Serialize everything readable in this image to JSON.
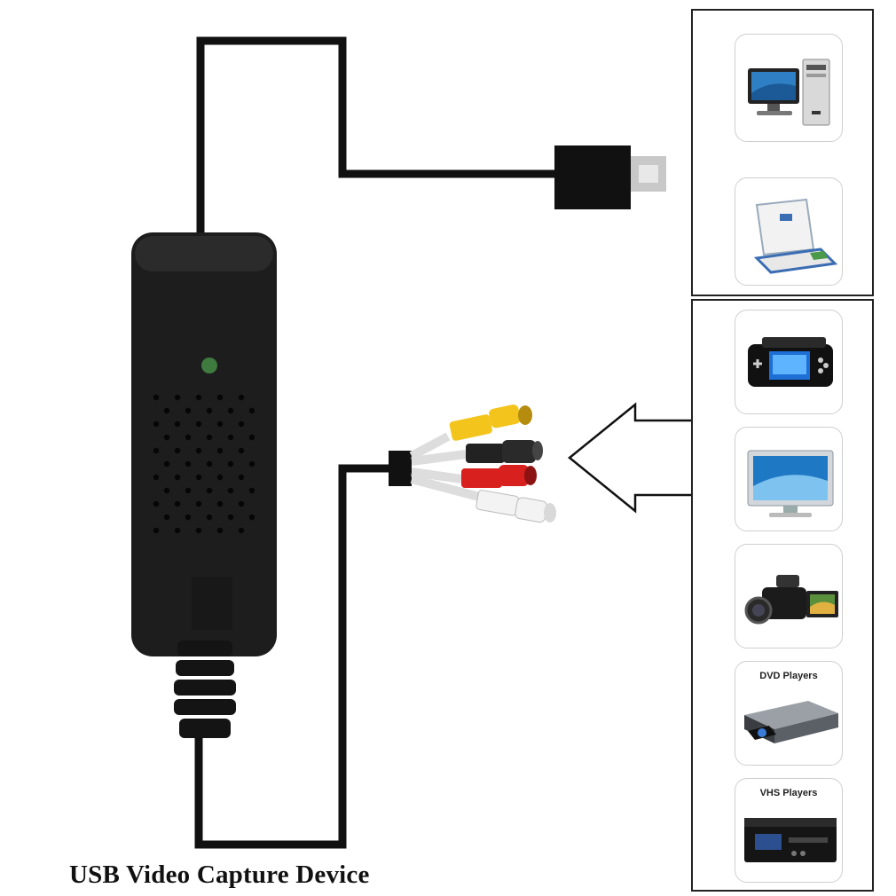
{
  "caption": "USB Video Capture Device",
  "computer_devices": [
    {
      "icon": "desktop-computer-icon",
      "label": ""
    },
    {
      "icon": "laptop-icon",
      "label": ""
    }
  ],
  "source_devices": [
    {
      "icon": "game-console-icon",
      "label": ""
    },
    {
      "icon": "tv-monitor-icon",
      "label": ""
    },
    {
      "icon": "camcorder-icon",
      "label": ""
    },
    {
      "icon": "dvd-player-icon",
      "label": "DVD Players"
    },
    {
      "icon": "vhs-player-icon",
      "label": "VHS Players"
    }
  ],
  "colors": {
    "device_body": "#1c1c1c",
    "rca_yellow": "#f2c41c",
    "rca_red": "#d8201e",
    "rca_white": "#f3f3f3",
    "cable": "#111111"
  }
}
